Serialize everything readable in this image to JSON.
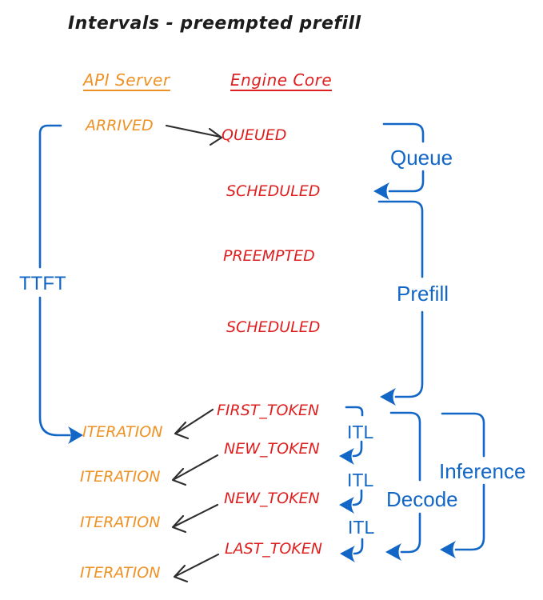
{
  "title": "Intervals - preempted prefill",
  "columns": {
    "api_server": "API Server",
    "engine_core": "Engine Core"
  },
  "events": {
    "arrived": "ARRIVED",
    "queued": "QUEUED",
    "scheduled_1": "SCHEDULED",
    "preempted": "PREEMPTED",
    "scheduled_2": "SCHEDULED",
    "first_token": "FIRST_TOKEN",
    "new_token_1": "NEW_TOKEN",
    "new_token_2": "NEW_TOKEN",
    "last_token": "LAST_TOKEN",
    "iteration_1": "ITERATION",
    "iteration_2": "ITERATION",
    "iteration_3": "ITERATION",
    "iteration_4": "ITERATION"
  },
  "intervals": {
    "ttft": "TTFT",
    "queue": "Queue",
    "prefill": "Prefill",
    "decode": "Decode",
    "inference": "Inference",
    "itl_1": "ITL",
    "itl_2": "ITL",
    "itl_3": "ITL"
  },
  "colors": {
    "api_server": "#ef9226",
    "engine_core": "#df2020",
    "interval": "#1266c5",
    "connector": "#2e2e2e",
    "title_color": "#1c1c1c",
    "background": "#ffffff"
  }
}
